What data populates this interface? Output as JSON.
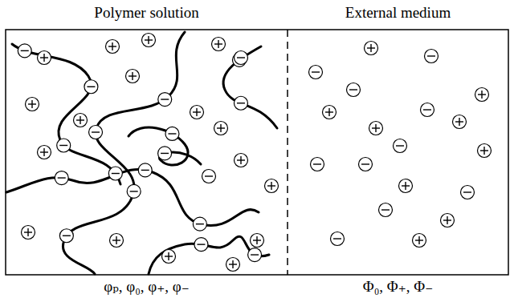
{
  "diagram": {
    "nodes": [
      {
        "text": [
          "Polymer solution",
          "φₚ, φ₀, φ₊, φ₋"
        ]
      },
      {
        "text": [
          "External medium",
          "Φ₀, Φ₊, Φ₋"
        ]
      }
    ]
  }
}
